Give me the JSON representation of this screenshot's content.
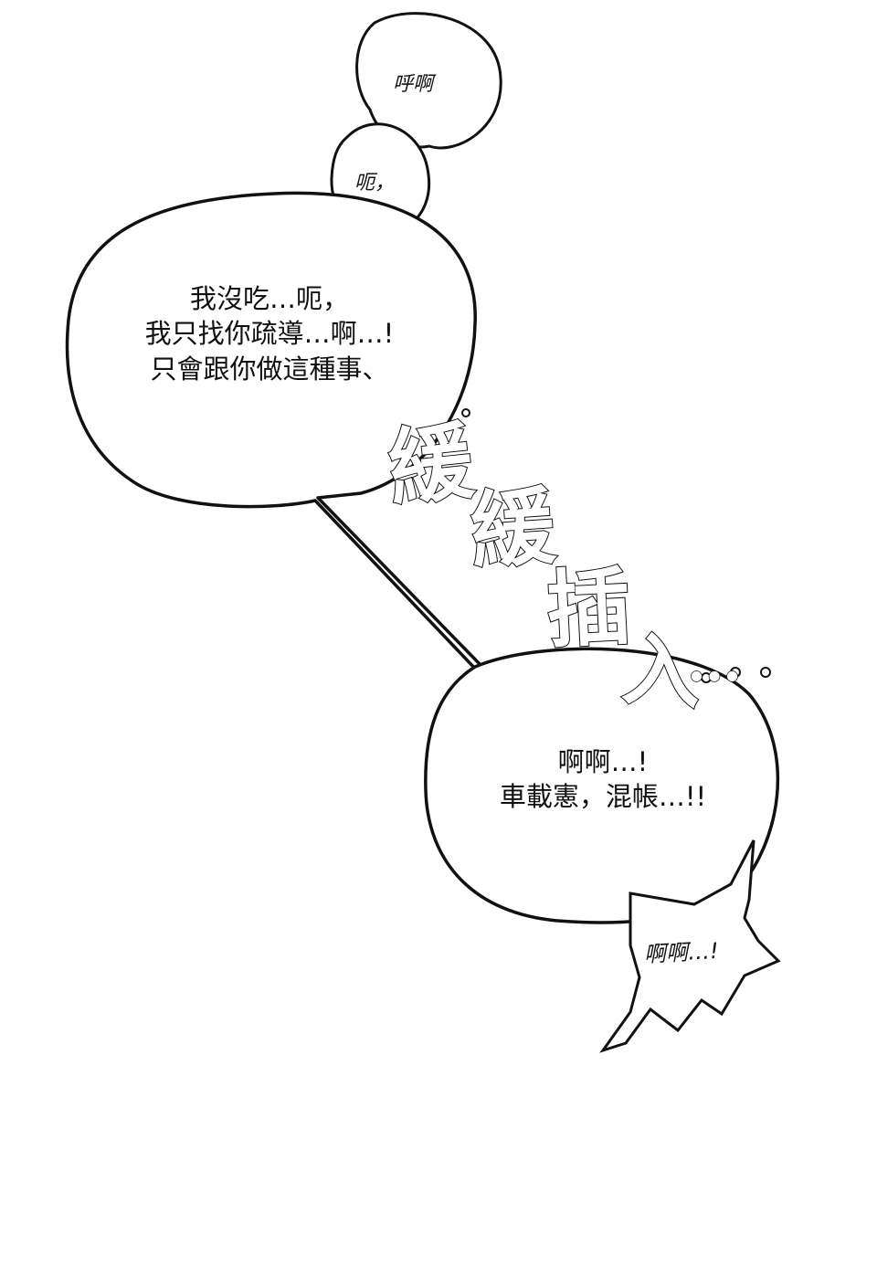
{
  "bubbles": {
    "huah": {
      "text": "呼啊"
    },
    "eh": {
      "text": "呃，"
    },
    "main": {
      "lines": [
        "我沒吃…呃，",
        "我只找你疏導…啊…!",
        "只會跟你做這種事、"
      ]
    },
    "lower": {
      "lines": [
        "啊啊…!",
        "車載憲，混帳…!!"
      ]
    },
    "jagged": {
      "text": "啊啊…!"
    }
  },
  "sfx": {
    "chars": [
      "緩",
      "緩",
      "插",
      "入"
    ],
    "dots": "…"
  },
  "colors": {
    "ink": "#111111",
    "paper": "#ffffff"
  }
}
